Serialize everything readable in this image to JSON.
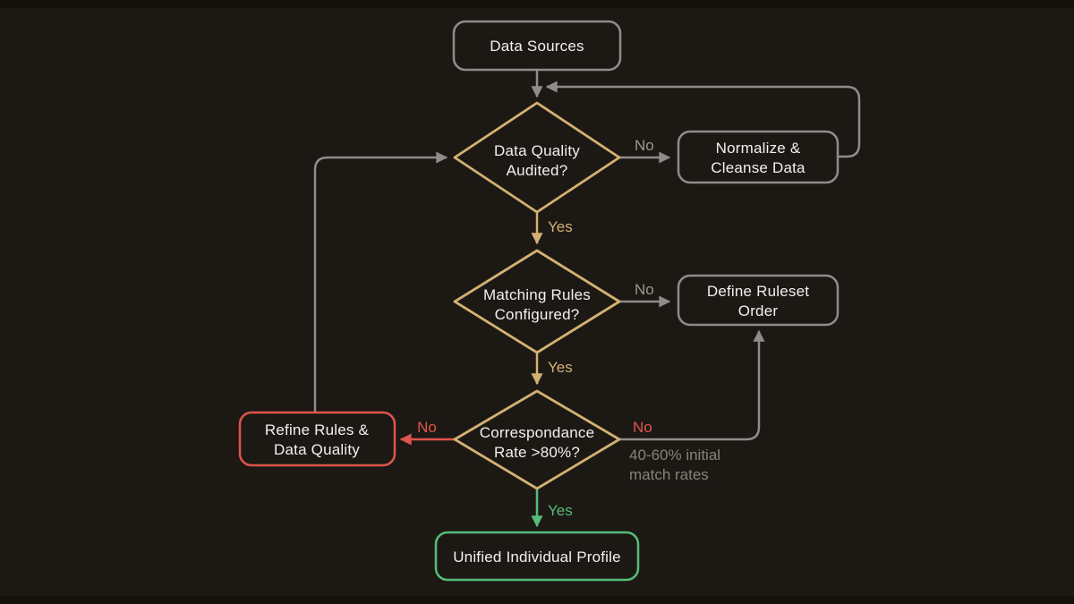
{
  "colors": {
    "background": "#1c1915",
    "letterbox": "#131109",
    "gray_line": "#8f8d89",
    "gray_label": "#9b968e",
    "gray_annotation": "#87817a",
    "gold": "#d4b172",
    "red": "#e1544b",
    "green": "#55bc77",
    "white_text": "#f3f1ed"
  },
  "flowchart": {
    "nodes": {
      "data_sources": {
        "label": "Data Sources"
      },
      "data_quality_audited": {
        "line1": "Data Quality",
        "line2": "Audited?"
      },
      "normalize_cleanse": {
        "line1": "Normalize &",
        "line2": "Cleanse Data"
      },
      "matching_rules": {
        "line1": "Matching Rules",
        "line2": "Configured?"
      },
      "define_ruleset": {
        "line1": "Define Ruleset",
        "line2": "Order"
      },
      "correspondance_rate": {
        "line1": "Correspondance",
        "line2": "Rate >80%?"
      },
      "refine_rules": {
        "line1": "Refine Rules &",
        "line2": "Data Quality"
      },
      "unified_profile": {
        "label": "Unified Individual Profile"
      }
    },
    "edge_labels": {
      "audited_no": "No",
      "audited_yes": "Yes",
      "matching_no": "No",
      "matching_yes": "Yes",
      "rate_no_left": "No",
      "rate_no_right": "No",
      "rate_yes": "Yes"
    },
    "annotation": {
      "line1": "40-60% initial",
      "line2": "match rates"
    }
  }
}
